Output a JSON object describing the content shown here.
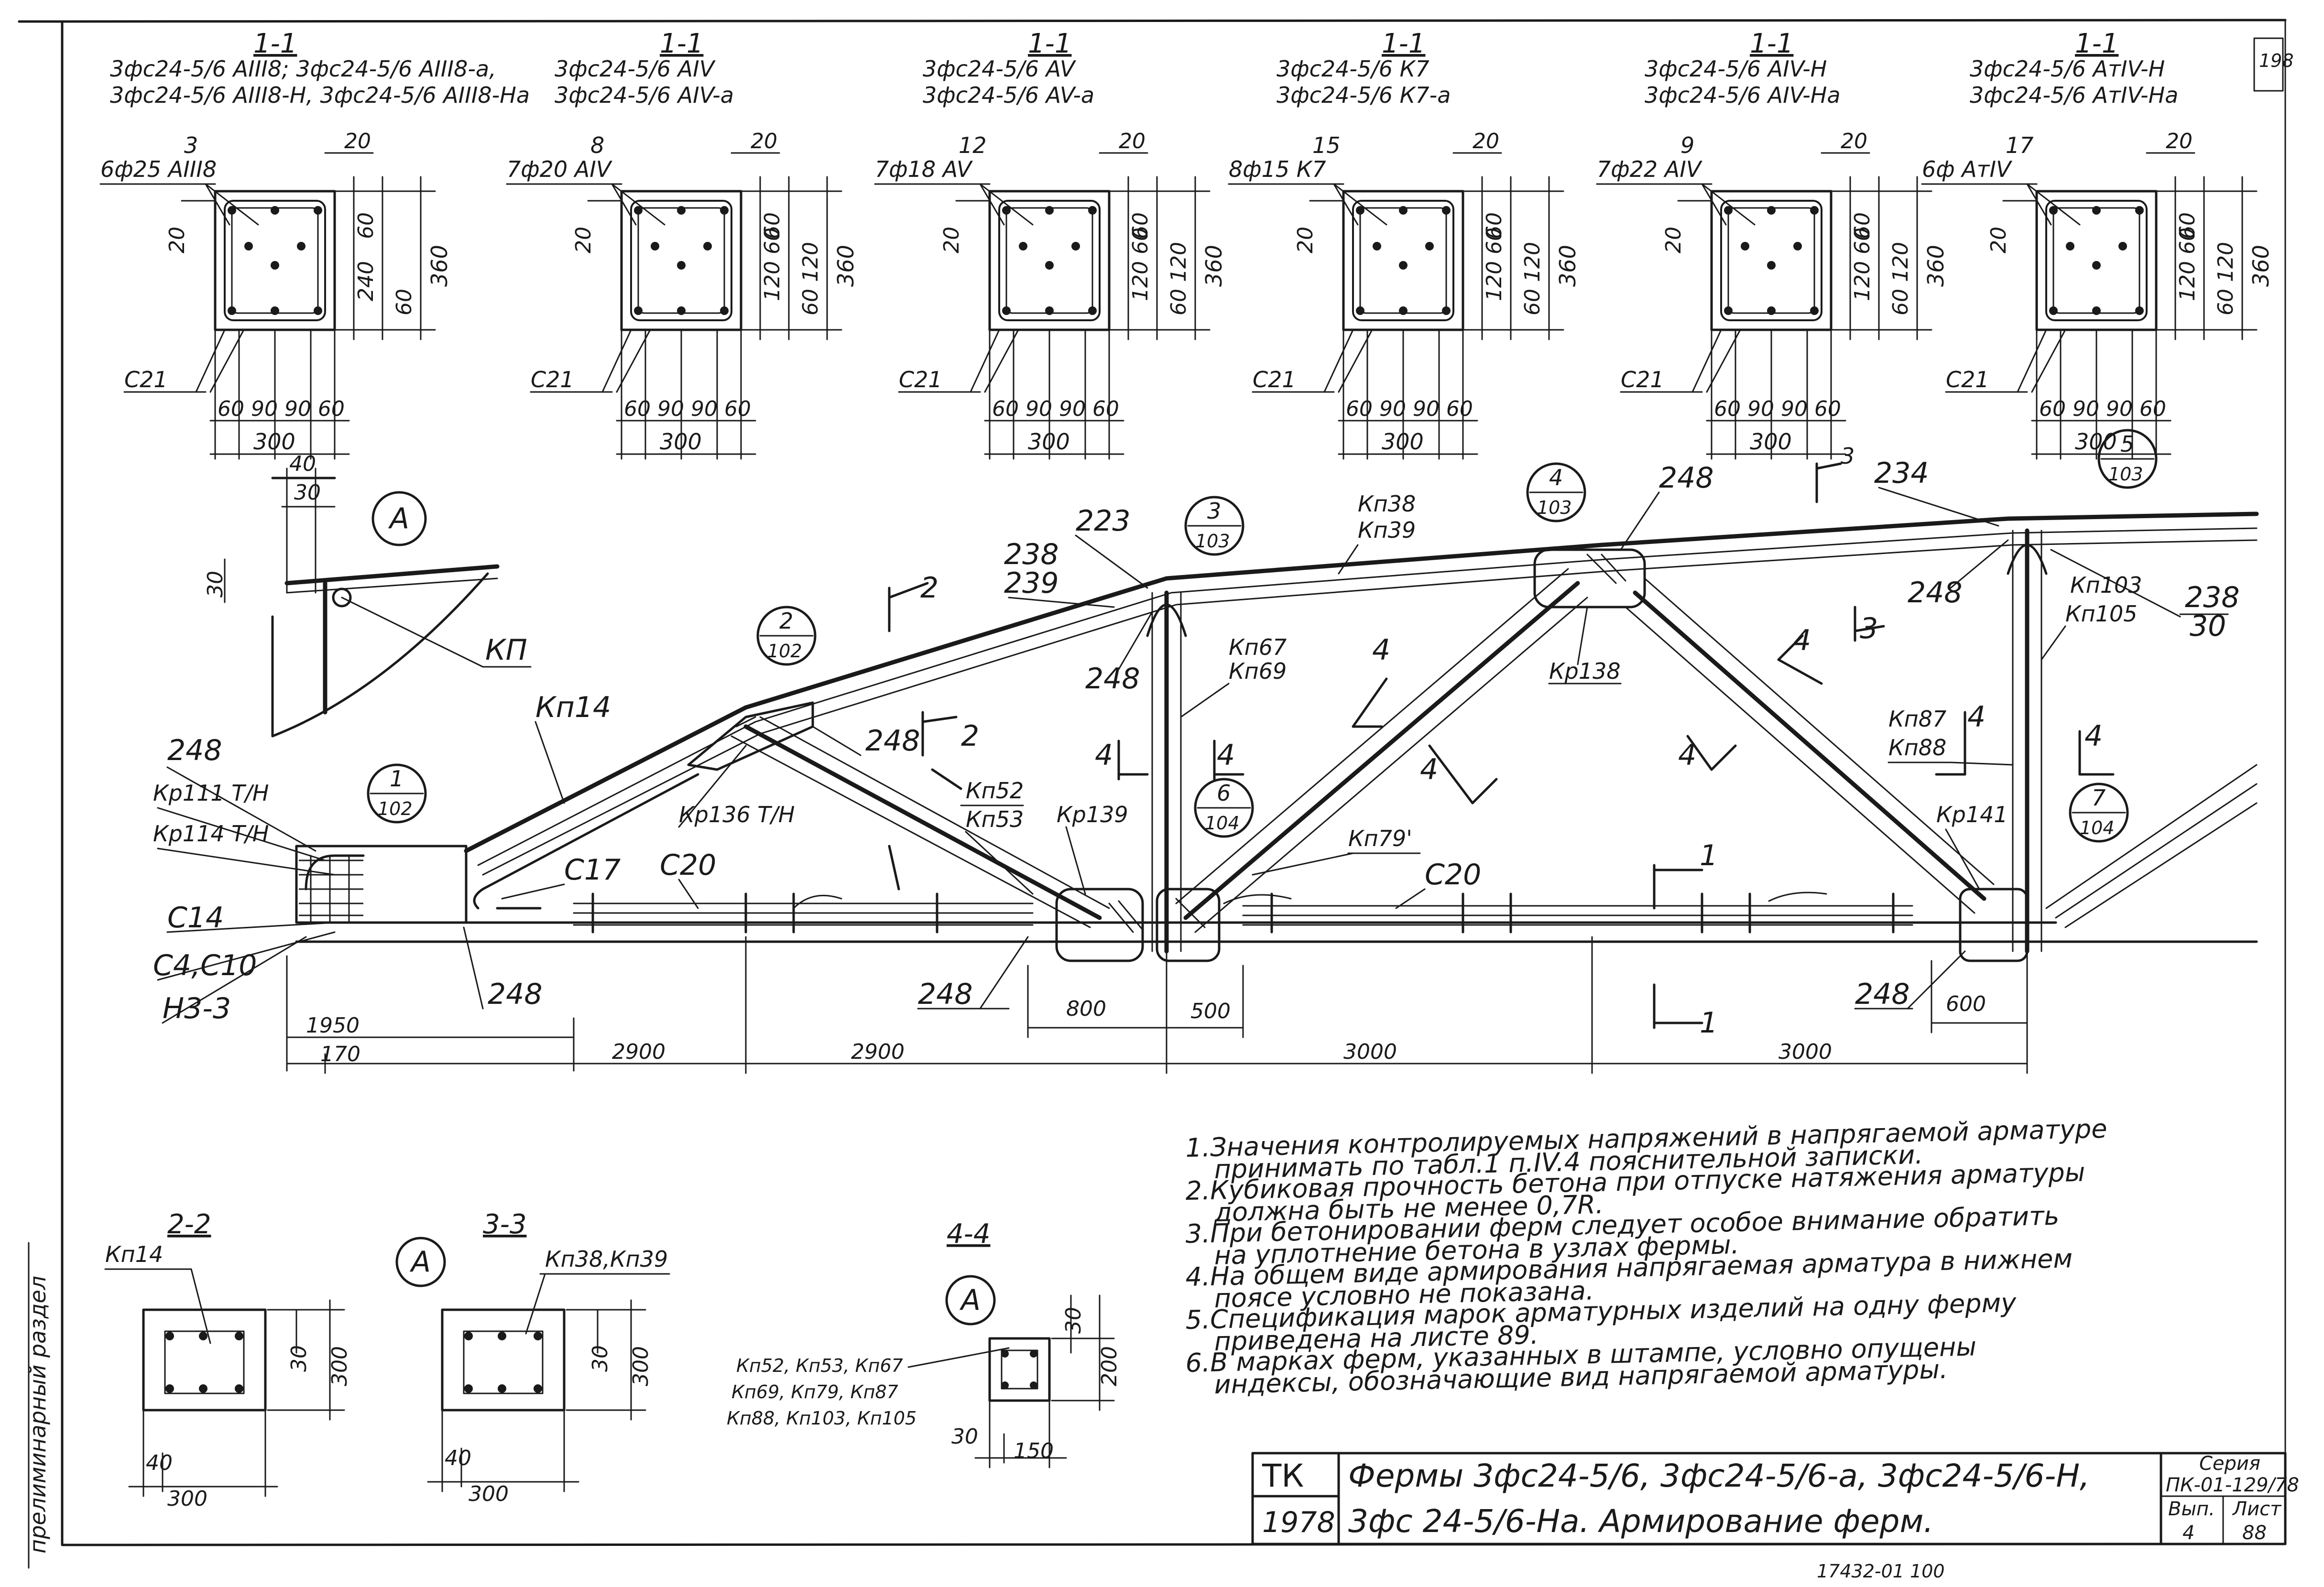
{
  "section_cards": [
    {
      "title": "1-1",
      "mark1": "3фс24-5/6 AIII8; 3фс24-5/6 AIII8-а,",
      "mark2": "3фс24-5/6 AIII8-Н, 3фс24-5/6 AIII8-На",
      "count": "3",
      "bars": "6ф25 AIII8",
      "d_top": "20",
      "d_side": "20",
      "d_upper": "60",
      "d_mid": "240",
      "d_lower": "60",
      "d_total": "360",
      "c_label": "С21",
      "bottom_dims": "60 90 90 60",
      "width": "300"
    },
    {
      "title": "1-1",
      "mark1": "3фс24-5/6 AIV",
      "mark2": "3фс24-5/6 AIV-а",
      "count": "8",
      "bars": "7ф20 AIV",
      "d_top": "20",
      "d_side": "20",
      "d_upper": "60",
      "d_mid": "120 60",
      "d_lower": "60 120",
      "d_total": "360",
      "c_label": "С21",
      "bottom_dims": "60 90 90 60",
      "width": "300"
    },
    {
      "title": "1-1",
      "mark1": "3фс24-5/6 AV",
      "mark2": "3фс24-5/6 AV-а",
      "count": "12",
      "bars": "7ф18 AV",
      "d_top": "20",
      "d_side": "20",
      "d_upper": "60",
      "d_mid": "120 60",
      "d_lower": "60 120",
      "d_total": "360",
      "c_label": "С21",
      "bottom_dims": "60 90 90 60",
      "width": "300"
    },
    {
      "title": "1-1",
      "mark1": "3фс24-5/6 К7",
      "mark2": "3фс24-5/6 К7-а",
      "count": "15",
      "bars": "8ф15 К7",
      "d_top": "20",
      "d_side": "20",
      "d_upper": "60",
      "d_mid": "120 60",
      "d_lower": "60 120",
      "d_total": "360",
      "c_label": "С21",
      "bottom_dims": "60 90 90 60",
      "width": "300"
    },
    {
      "title": "1-1",
      "mark1": "3фс24-5/6 AIV-Н",
      "mark2": "3фс24-5/6 AIV-На",
      "count": "9",
      "bars": "7ф22 AIV",
      "d_top": "20",
      "d_side": "20",
      "d_upper": "60",
      "d_mid": "120 60",
      "d_lower": "60 120",
      "d_total": "360",
      "c_label": "С21",
      "bottom_dims": "60 90 90 60",
      "width": "300"
    },
    {
      "title": "1-1",
      "mark1": "3фс24-5/6 AтIV-Н",
      "mark2": "3фс24-5/6 AтIV-На",
      "count": "17",
      "bars": "6ф AтIV",
      "d_top": "20",
      "d_side": "20",
      "d_upper": "60",
      "d_mid": "120 60",
      "d_lower": "60 120",
      "d_total": "360",
      "c_label": "С21",
      "bottom_dims": "60 90 90 60",
      "width": "300"
    }
  ],
  "sheet_corner": "198",
  "detail_a": {
    "letter": "А",
    "d1": "40",
    "d2": "30",
    "d3": "30",
    "kn": "КП"
  },
  "truss_labels": {
    "kp111": "Кр111 Т/Н",
    "kp114": "Кр114 Т/Н",
    "c14": "С14",
    "c4c10": "С4,С10",
    "n3": "Н3-3",
    "n248a": "248",
    "n248b": "248",
    "n248c": "248",
    "n248d": "248",
    "n248e": "248",
    "n248f": "248",
    "n248g": "248",
    "kn14": "Кп14",
    "c17": "С17",
    "c20a": "С20",
    "c20b": "С20",
    "kp136": "Кр136 Т/Н",
    "kn52": "Кп52",
    "kn53": "Кп53",
    "kp139": "Кр139",
    "n238": "238",
    "n239": "239",
    "n223": "223",
    "kn67": "Кп67",
    "kn69": "Кп69",
    "kn38": "Кп38",
    "kn39": "Кп39",
    "kp138": "Кр138",
    "kn79": "Кп79'",
    "n234": "234",
    "kn103": "Кп103",
    "kn105": "Кп105",
    "n238r": "238",
    "n30r": "30",
    "kn87": "Кп87",
    "kn88": "Кп88",
    "kp141": "Кр141",
    "bub1_top": "1",
    "bub1_bot": "102",
    "bub2_top": "2",
    "bub2_bot": "102",
    "bub3_top": "3",
    "bub3_bot": "103",
    "bub4_top": "4",
    "bub4_bot": "103",
    "bub5_top": "5",
    "bub5_bot": "103",
    "bub6_top": "6",
    "bub6_bot": "104",
    "bub7_top": "7",
    "bub7_bot": "104",
    "cut2": "2",
    "cut2b": "2",
    "cut3": "3",
    "cut3b": "3",
    "cut4a": "4",
    "cut4b": "4",
    "cut4c": "4",
    "cut4d": "4",
    "cut4e": "4",
    "cut4f": "4",
    "cut4g": "4",
    "cut4h": "4",
    "cut1a": "1",
    "cut1b": "1",
    "d800": "800",
    "d500": "500",
    "d600": "600",
    "d1950": "1950",
    "d170": "170",
    "d2900a": "2900",
    "d2900b": "2900",
    "d3000a": "3000",
    "d3000b": "3000"
  },
  "sections_small": {
    "s22": {
      "title": "2-2",
      "kn": "Кп14",
      "d1": "30",
      "d2": "300",
      "w1": "40",
      "w2": "300"
    },
    "s33": {
      "title": "3-3",
      "kn": "Кп38,Кп39",
      "d1": "30",
      "d2": "300",
      "w1": "40",
      "w2": "300",
      "letter": "А"
    },
    "s44": {
      "title": "4-4",
      "letter": "А",
      "kn1": "Кп52, Кп53, Кп67",
      "kn2": "Кп69, Кп79, Кп87",
      "kn3": "Кп88, Кп103, Кп105",
      "d1": "30",
      "d2": "200",
      "w1": "30",
      "w2": "150"
    }
  },
  "notes": [
    "1.Значения контролируемых напряжений в напрягаемой арматуре",
    "принимать по табл.1 п.IV.4 пояснительной записки.",
    "2.Кубиковая прочность бетона при отпуске натяжения арматуры",
    "должна быть не менее 0,7R.",
    "3.При бетонировании ферм следует особое внимание обратить",
    "на уплотнение бетона в узлах фермы.",
    "4.На общем виде армирования напрягаемая арматура в нижнем",
    "поясе условно не показана.",
    "5.Спецификация марок арматурных изделий на одну ферму",
    "приведена на листе 89.",
    "6.В марках ферм, указанных в штампе, условно опущены",
    "индексы, обозначающие вид напрягаемой арматуры."
  ],
  "title_block": {
    "org": "ТК",
    "year": "1978",
    "line1": "Фермы 3фс24-5/6, 3фс24-5/6-а, 3фс24-5/6-Н,",
    "line2": "3фс 24-5/6-На.   Армирование ферм.",
    "series_label": "Серия",
    "series": "ПК-01-129/78",
    "vyp_label": "Вып.",
    "vyp": "4",
    "list_label": "Лист",
    "list": "88",
    "bottom_code": "17432-01    100"
  },
  "left_margin_text": "прелиминарный раздел"
}
